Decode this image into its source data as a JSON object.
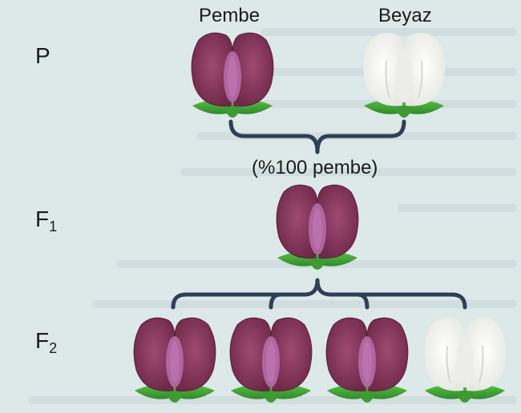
{
  "generations": {
    "p": "P",
    "f1_main": "F",
    "f1_sub": "1",
    "f2_main": "F",
    "f2_sub": "2"
  },
  "parents": {
    "left_label": "Pembe",
    "right_label": "Beyaz"
  },
  "f1_ratio": "(%100 pembe)",
  "colors": {
    "pink_petal": "#8a3a5e",
    "pink_center": "#b064a0",
    "white_petal": "#f8f8f5",
    "leaf": "#4aa83a",
    "bracket": "#2f3f57"
  },
  "icons": {
    "pink_flower": "pink-flower-icon",
    "white_flower": "white-flower-icon"
  }
}
